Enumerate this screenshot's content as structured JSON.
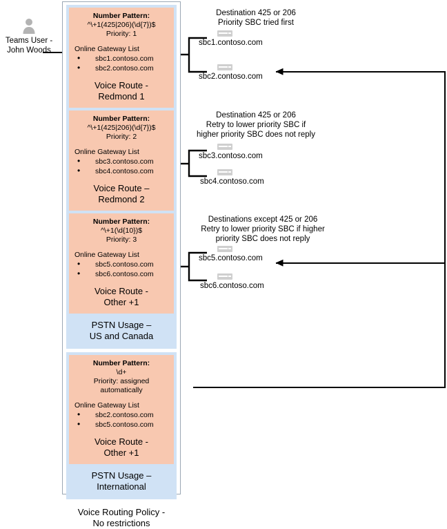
{
  "user": {
    "icon": "person-avatar-icon",
    "label": "Teams User -\nJohn Woods"
  },
  "policy": {
    "label": "Voice Routing Policy -\nNo restrictions",
    "usages": [
      {
        "name": "PSTN Usage –\nUS and Canada",
        "routes": [
          {
            "pattern_title": "Number Pattern:",
            "pattern": "^\\+1(425|206)(\\d{7})$",
            "priority": "Priority: 1",
            "gateway_title": "Online Gateway List",
            "gateways": [
              "sbc1.contoso.com",
              "sbc2.contoso.com"
            ],
            "name": "Voice Route -\nRedmond 1"
          },
          {
            "pattern_title": "Number Pattern:",
            "pattern": "^\\+1(425|206)(\\d{7})$",
            "priority": "Priority: 2",
            "gateway_title": "Online Gateway List",
            "gateways": [
              "sbc3.contoso.com",
              "sbc4.contoso.com"
            ],
            "name": "Voice Route –\nRedmond 2"
          },
          {
            "pattern_title": "Number Pattern:",
            "pattern": "^\\+1(\\d{10})$",
            "priority": "Priority: 3",
            "gateway_title": "Online Gateway List",
            "gateways": [
              "sbc5.contoso.com",
              "sbc6.contoso.com"
            ],
            "name": "Voice Route -\nOther +1"
          }
        ]
      },
      {
        "name": "PSTN Usage –\nInternational",
        "routes": [
          {
            "pattern_title": "Number Pattern:",
            "pattern": "\\d+",
            "priority": "Priority: assigned\nautomatically",
            "gateway_title": "Online Gateway List",
            "gateways": [
              "sbc2.contoso.com",
              "sbc5.contoso.com"
            ],
            "name": "Voice Route -\nOther +1"
          }
        ]
      }
    ]
  },
  "annotations": [
    {
      "id": "annotation-1",
      "text": "Destination 425 or 206\nPriority SBC tried first"
    },
    {
      "id": "annotation-2",
      "text": "Destination 425 or 206\nRetry to lower priority SBC if\nhigher priority SBC does not reply"
    },
    {
      "id": "annotation-3",
      "text": "Destinations except 425 or 206\nRetry to lower priority SBC if higher\npriority SBC does not reply"
    }
  ],
  "sbc_nodes": [
    {
      "id": "sbc1",
      "label": "sbc1.contoso.com",
      "icon": "sbc-server-icon"
    },
    {
      "id": "sbc2",
      "label": "sbc2.contoso.com",
      "icon": "sbc-server-icon"
    },
    {
      "id": "sbc3",
      "label": "sbc3.contoso.com",
      "icon": "sbc-server-icon"
    },
    {
      "id": "sbc4",
      "label": "sbc4.contoso.com",
      "icon": "sbc-server-icon"
    },
    {
      "id": "sbc5",
      "label": "sbc5.contoso.com",
      "icon": "sbc-server-icon"
    },
    {
      "id": "sbc6",
      "label": "sbc6.contoso.com",
      "icon": "sbc-server-icon"
    }
  ],
  "colors": {
    "route_fill": "#f8c8b0",
    "usage_fill": "#d0e2f5",
    "policy_border": "#9aa7b4",
    "line": "#000000",
    "sbc_icon": "#cfcfcf"
  }
}
